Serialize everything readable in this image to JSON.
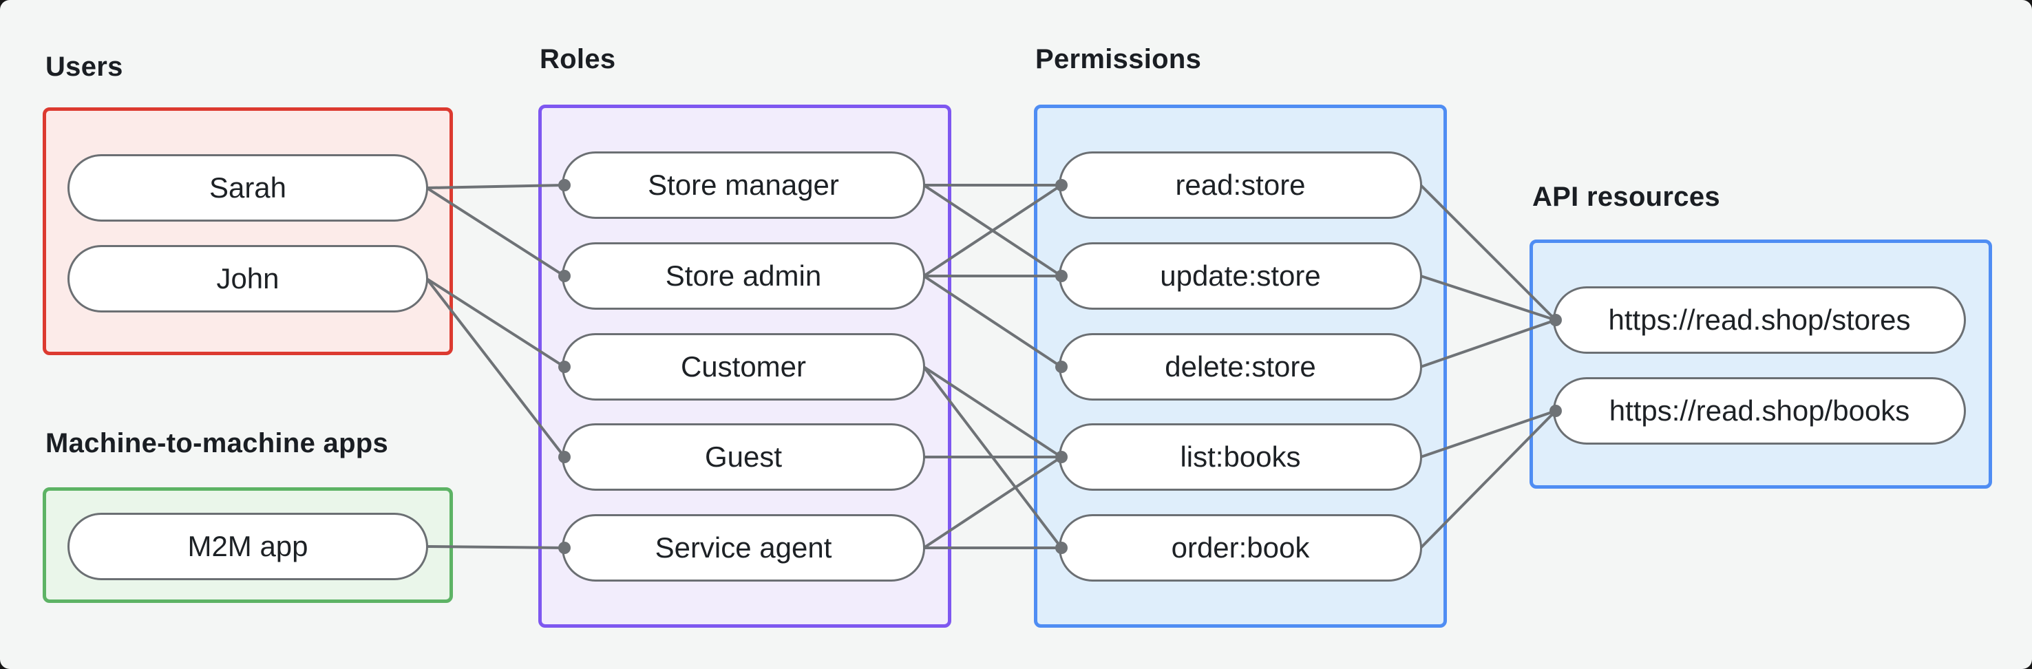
{
  "canvas": {
    "background": "#f4f6f5",
    "page_background": "#161616"
  },
  "node_style": {
    "fill": "#ffffff",
    "border_color": "#6b6f73",
    "text_color": "#1d2125"
  },
  "edge_style": {
    "color": "#6e7276",
    "width": 4,
    "dot_radius": 9
  },
  "groups": [
    {
      "id": "users",
      "label": "Users",
      "border_color": "#dc3a30",
      "fill_color": "#fcebe9",
      "nodes": [
        {
          "id": "sarah",
          "label": "Sarah"
        },
        {
          "id": "john",
          "label": "John"
        }
      ]
    },
    {
      "id": "m2m",
      "label": "Machine-to-machine apps",
      "border_color": "#5db365",
      "fill_color": "#eaf6ea",
      "nodes": [
        {
          "id": "m2m_app",
          "label": "M2M app"
        }
      ]
    },
    {
      "id": "roles",
      "label": "Roles",
      "border_color": "#7e57f0",
      "fill_color": "#f2edfc",
      "nodes": [
        {
          "id": "store_manager",
          "label": "Store manager"
        },
        {
          "id": "store_admin",
          "label": "Store admin"
        },
        {
          "id": "customer",
          "label": "Customer"
        },
        {
          "id": "guest",
          "label": "Guest"
        },
        {
          "id": "service_agent",
          "label": "Service agent"
        }
      ]
    },
    {
      "id": "permissions",
      "label": "Permissions",
      "border_color": "#4f8df3",
      "fill_color": "#dfeefb",
      "nodes": [
        {
          "id": "read_store",
          "label": "read:store"
        },
        {
          "id": "update_store",
          "label": "update:store"
        },
        {
          "id": "delete_store",
          "label": "delete:store"
        },
        {
          "id": "list_books",
          "label": "list:books"
        },
        {
          "id": "order_book",
          "label": "order:book"
        }
      ]
    },
    {
      "id": "api",
      "label": "API resources",
      "border_color": "#4f8df3",
      "fill_color": "#dfeefb",
      "nodes": [
        {
          "id": "stores_api",
          "label": "https://read.shop/stores"
        },
        {
          "id": "books_api",
          "label": "https://read.shop/books"
        }
      ]
    }
  ],
  "edges": [
    [
      "sarah",
      "store_manager"
    ],
    [
      "sarah",
      "store_admin"
    ],
    [
      "john",
      "customer"
    ],
    [
      "john",
      "guest"
    ],
    [
      "m2m_app",
      "service_agent"
    ],
    [
      "store_manager",
      "read_store"
    ],
    [
      "store_manager",
      "update_store"
    ],
    [
      "store_admin",
      "read_store"
    ],
    [
      "store_admin",
      "update_store"
    ],
    [
      "store_admin",
      "delete_store"
    ],
    [
      "customer",
      "list_books"
    ],
    [
      "customer",
      "order_book"
    ],
    [
      "guest",
      "list_books"
    ],
    [
      "service_agent",
      "list_books"
    ],
    [
      "service_agent",
      "order_book"
    ],
    [
      "read_store",
      "stores_api"
    ],
    [
      "update_store",
      "stores_api"
    ],
    [
      "delete_store",
      "stores_api"
    ],
    [
      "list_books",
      "books_api"
    ],
    [
      "order_book",
      "books_api"
    ]
  ]
}
